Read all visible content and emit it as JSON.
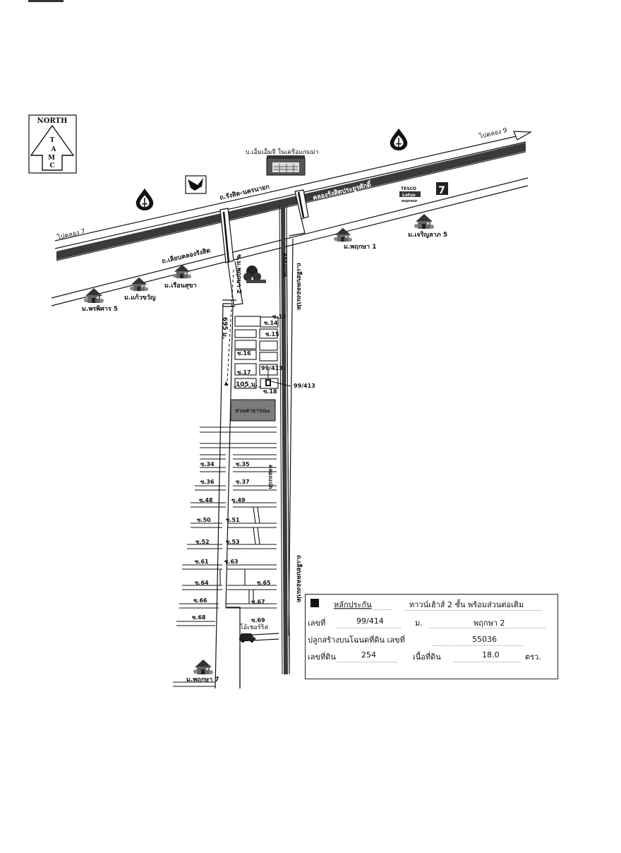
{
  "compass": {
    "label": "NORTH",
    "letters": [
      "T",
      "A",
      "M",
      "C"
    ]
  },
  "roads": {
    "highway": "ถ.รังสิต-นครนายก",
    "canal_main": "คลองรังสิตประยูรศักดิ์",
    "frontage_road": "ถ.เลียบคลองรังสิต",
    "canal_8_road": "ถ.เลียบคลองแปด",
    "canal_8_road_lower": "ถ.เลียบคลองแปด",
    "canal_8": "คลองแปด",
    "canal_8_lower": "คลองแปด",
    "soi_road": "ซ.ม.พฤกษา 2",
    "to_khlong_7": "ไปคลอง 7",
    "to_khlong_9": "ไปคลอง 9",
    "distance_695": "695 ม.",
    "distance_105": "105 ม."
  },
  "landmarks": {
    "mmg": "บ.เอ็มเอ็มจี ในเครือแกมม่า",
    "tesco_1": "TESCO",
    "tesco_2": "Lotus",
    "tesco_3": "express",
    "seven_eleven": "7",
    "park": "สวนสาธารณะ",
    "oshirise": "โอ้เชอร์ริส"
  },
  "villages": {
    "pruksa_1": "ม.พฤกษา 1",
    "charoenlap_5": "ม.เจริญลาภ 5",
    "ruensukha": "ม.เรือนสุขา",
    "kaewkhwan": "ม.แก้วขวัญ",
    "pornphisan_5": "ม.พรพิศาร 5",
    "pruksa_7": "ม.พฤกษา 7"
  },
  "sois": {
    "s13": "ซ.13",
    "s14": "ซ.14",
    "s15": "ซ.15",
    "s16": "ซ.16",
    "s17": "ซ.17",
    "s18": "ซ.18",
    "s34": "ซ.34",
    "s35": "ซ.35",
    "s36": "ซ.36",
    "s37": "ซ.37",
    "s48": "ซ.48",
    "s49": "ซ.49",
    "s50": "ซ.50",
    "s51": "ซ.51",
    "s52": "ซ.52",
    "s53": "ซ.53",
    "s61": "ซ.61",
    "s63": "ซ.63",
    "s64": "ซ.64",
    "s65": "ซ.65",
    "s66": "ซ.66",
    "s67": "ซ.67",
    "s68": "ซ.68",
    "s69": "ซ.69"
  },
  "property_markers": {
    "house_a": "99/413",
    "house_b": "99/413"
  },
  "info": {
    "collateral_label": "หลักประกัน",
    "collateral_type": "ทาวน์เฮ้าส์ 2 ชั้น พร้อมส่วนต่อเติม",
    "house_no_label": "เลขที่",
    "house_no": "99/414",
    "village_label": "ม.",
    "village": "พฤกษา 2",
    "deed_label": "ปลูกสร้างบนโฉนดที่ดิน เลขที่",
    "deed_no": "55036",
    "land_no_label": "เลขที่ดิน",
    "land_no": "254",
    "area_label": "เนื้อที่ดิน",
    "area": "18.0",
    "area_unit": "ตรว."
  },
  "colors": {
    "canal": "#3a3a3a",
    "road": "#ffffff",
    "ink": "#111111",
    "park": "#777777"
  }
}
